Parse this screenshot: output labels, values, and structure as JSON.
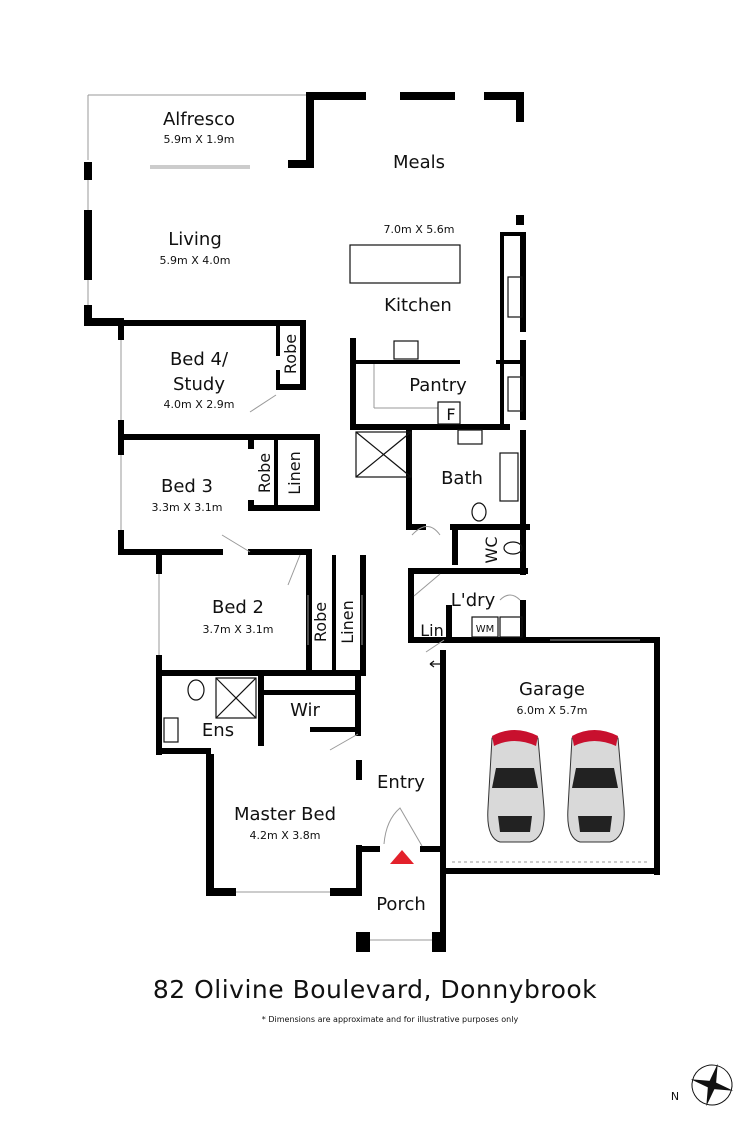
{
  "rooms": {
    "alfresco": {
      "name": "Alfresco",
      "dims": "5.9m X 1.9m"
    },
    "meals": {
      "name": "Meals"
    },
    "kitchen_meals_dims": "7.0m X 5.6m",
    "living": {
      "name": "Living",
      "dims": "5.9m X 4.0m"
    },
    "kitchen": {
      "name": "Kitchen"
    },
    "bed4": {
      "name_line1": "Bed 4/",
      "name_line2": "Study",
      "dims": "4.0m X 2.9m"
    },
    "pantry": {
      "name": "Pantry"
    },
    "bed3": {
      "name": "Bed 3",
      "dims": "3.3m X 3.1m"
    },
    "bath": {
      "name": "Bath"
    },
    "wc": {
      "name": "WC"
    },
    "laundry": {
      "name": "L'dry"
    },
    "lin": {
      "name": "Lin"
    },
    "wm": {
      "name": "WM"
    },
    "bed2": {
      "name": "Bed 2",
      "dims": "3.7m X 3.1m"
    },
    "garage": {
      "name": "Garage",
      "dims": "6.0m X 5.7m"
    },
    "ens": {
      "name": "Ens"
    },
    "wir": {
      "name": "Wir"
    },
    "entry": {
      "name": "Entry"
    },
    "master": {
      "name": "Master Bed",
      "dims": "4.2m X 3.8m"
    },
    "porch": {
      "name": "Porch"
    }
  },
  "fixtures": {
    "robe": "Robe",
    "linen": "Linen",
    "fridge": "F"
  },
  "address": "82 Olivine Boulevard, Donnybrook",
  "disclaimer": "* Dimensions are approximate and for illustrative purposes only",
  "compass": {
    "label": "N"
  },
  "colors": {
    "wall": "#000000",
    "entry_marker": "#e3212b",
    "car_accent": "#c8102e"
  }
}
